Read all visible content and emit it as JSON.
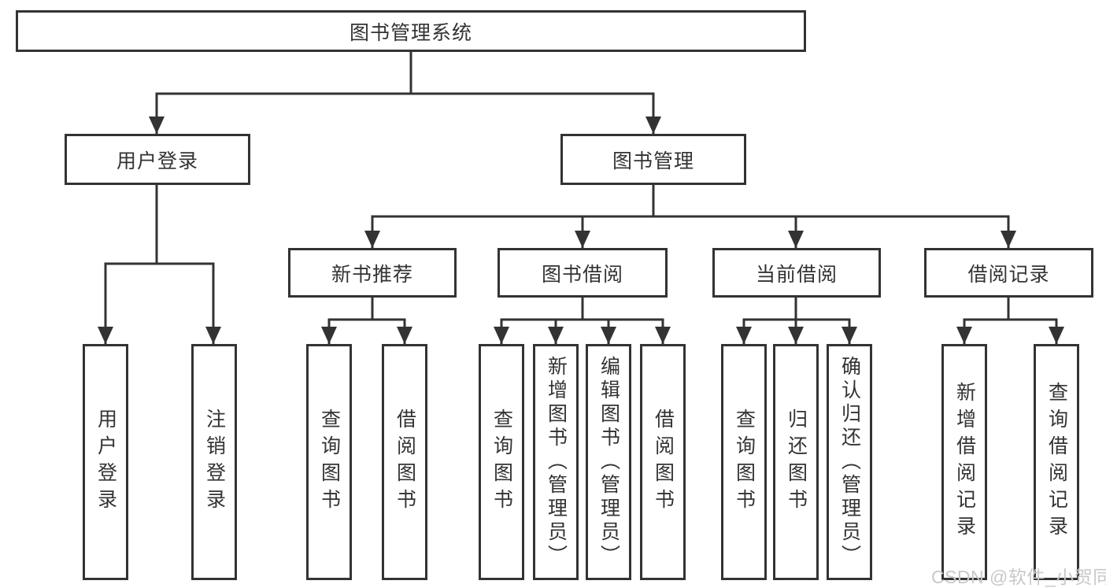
{
  "diagram": {
    "title": "图书管理系统",
    "level2": [
      {
        "label": "用户登录"
      },
      {
        "label": "图书管理"
      }
    ],
    "level3": [
      {
        "label": "新书推荐"
      },
      {
        "label": "图书借阅"
      },
      {
        "label": "当前借阅"
      },
      {
        "label": "借阅记录"
      }
    ],
    "leaves": [
      {
        "label": "用户登录"
      },
      {
        "label": "注销登录"
      },
      {
        "label": "查询图书"
      },
      {
        "label": "借阅图书"
      },
      {
        "label": "查询图书"
      },
      {
        "label": "新增图书（管理员）"
      },
      {
        "label": "编辑图书（管理员）"
      },
      {
        "label": "借阅图书"
      },
      {
        "label": "查询图书"
      },
      {
        "label": "归还图书"
      },
      {
        "label": "确认归还（管理员）"
      },
      {
        "label": "新增借阅记录"
      },
      {
        "label": "查询借阅记录"
      }
    ],
    "watermark": "CSDN @软件_小贺同学",
    "colors": {
      "line": "#333333",
      "text": "#333333",
      "watermark": "#c8c8c8",
      "background": "#ffffff"
    }
  }
}
